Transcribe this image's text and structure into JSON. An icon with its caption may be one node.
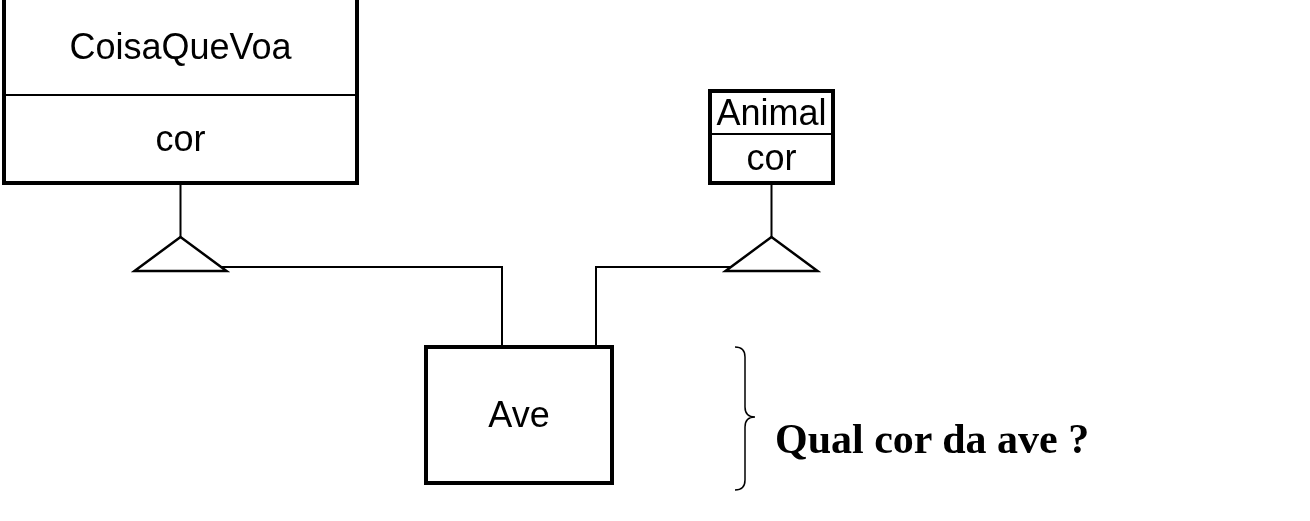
{
  "diagram": {
    "nodes": [
      {
        "text": [
          "CoisaQueVoa",
          "cor"
        ]
      },
      {
        "text": [
          "Animal",
          "cor"
        ]
      },
      {
        "text": [
          "Ave"
        ]
      }
    ],
    "edges": [
      {
        "from": 2,
        "to": 0,
        "arrow": "to"
      },
      {
        "from": 2,
        "to": 1,
        "arrow": "to"
      }
    ],
    "labels": [
      "Qual cor da ave ?"
    ]
  }
}
